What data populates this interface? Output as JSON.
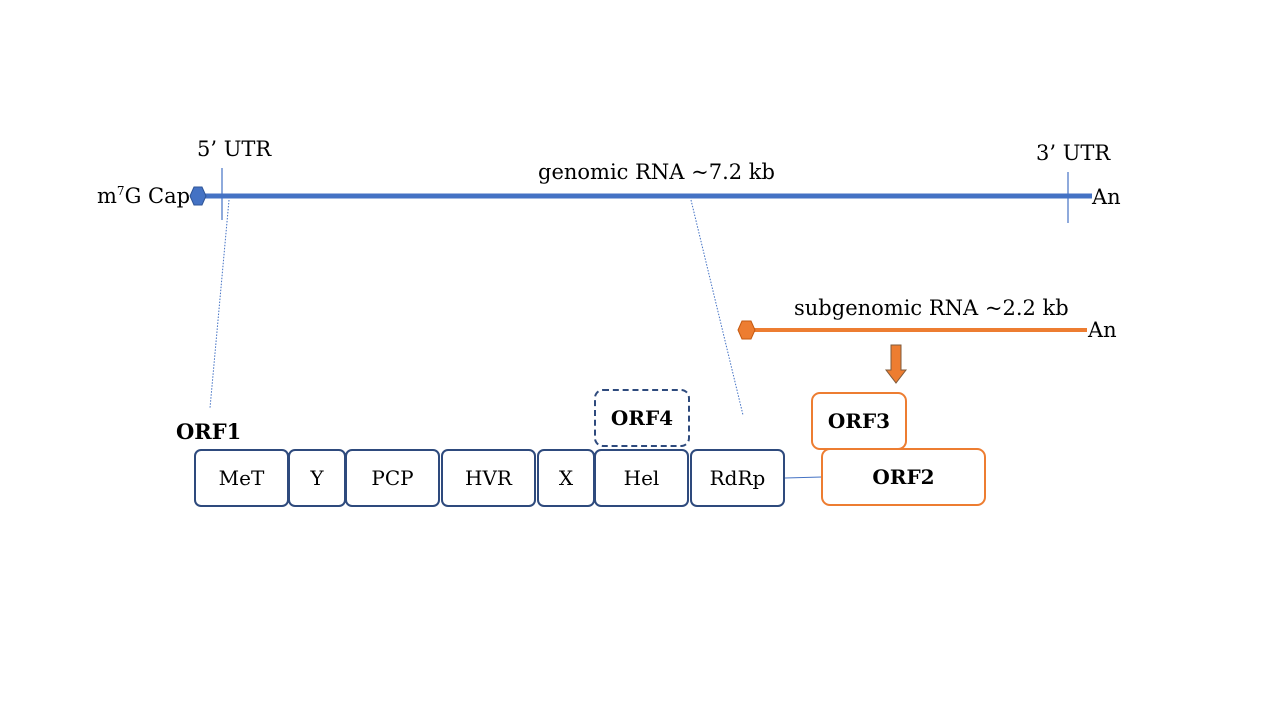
{
  "genomic": {
    "cap_prefix": "m",
    "cap_sup": "7",
    "cap_suffix": "G Cap",
    "utr5": "5’ UTR",
    "utr3": "3’ UTR",
    "label": "genomic RNA ~7.2 kb",
    "polyA": "An"
  },
  "subgenomic": {
    "label": "subgenomic RNA ~2.2 kb",
    "polyA": "An"
  },
  "orf1": {
    "title": "ORF1",
    "domains": [
      "MeT",
      "Y",
      "PCP",
      "HVR",
      "X",
      "Hel",
      "RdRp"
    ]
  },
  "orf4": {
    "title": "ORF4"
  },
  "orf3": {
    "title": "ORF3"
  },
  "orf2": {
    "title": "ORF2"
  },
  "colors": {
    "genomic_line": "#4472c4",
    "subgenomic_line": "#ed7d31",
    "domain_border": "#2e4a7d",
    "orange_border": "#ed7d31"
  }
}
